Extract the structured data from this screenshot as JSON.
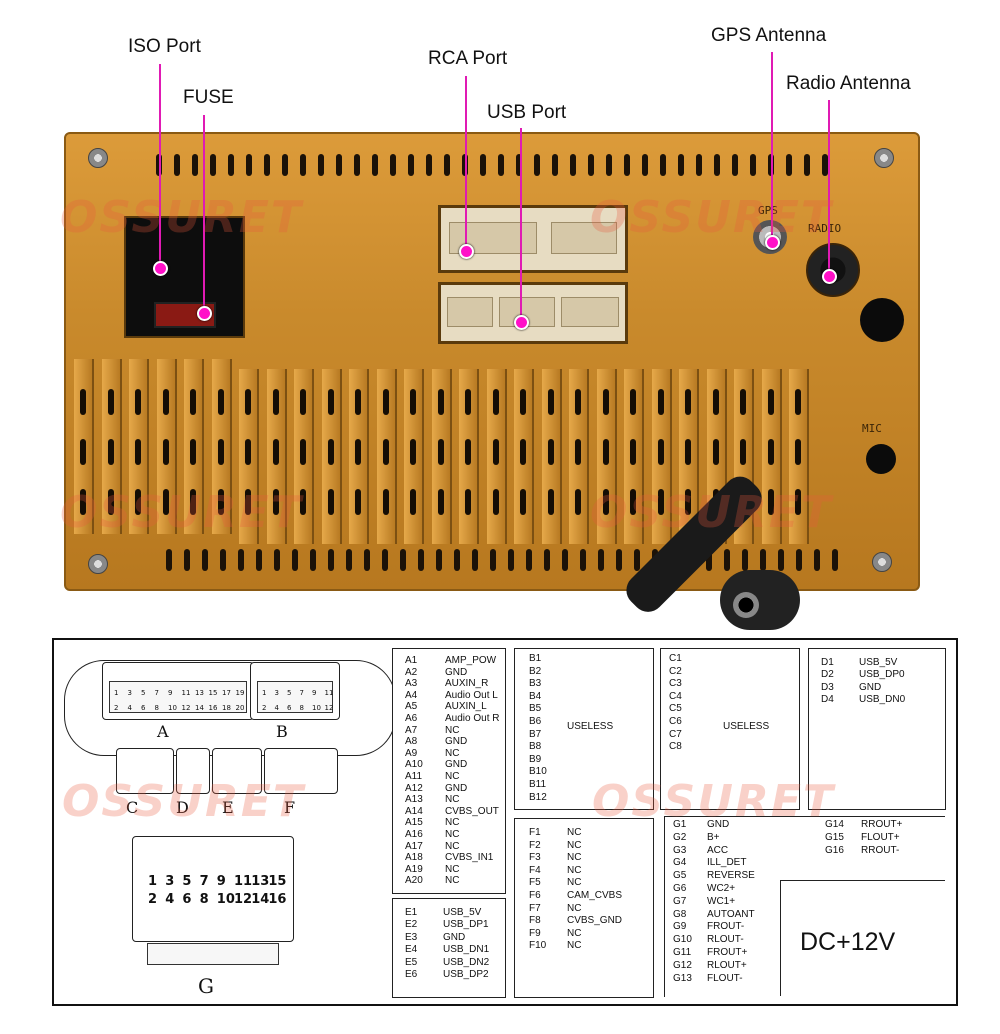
{
  "callouts": {
    "iso": "ISO Port",
    "fuse": "FUSE",
    "rca": "RCA Port",
    "usb": "USB Port",
    "gps": "GPS Antenna",
    "radio": "Radio Antenna"
  },
  "panel_labels": {
    "gps": "GPS",
    "radio": "RADIO",
    "mic": "MIC"
  },
  "watermark": "OSSURET",
  "tables": {
    "A": [
      [
        "A1",
        "AMP_POW"
      ],
      [
        "A2",
        "GND"
      ],
      [
        "A3",
        "AUXIN_R"
      ],
      [
        "A4",
        "Audio Out L"
      ],
      [
        "A5",
        "AUXIN_L"
      ],
      [
        "A6",
        "Audio Out R"
      ],
      [
        "A7",
        "NC"
      ],
      [
        "A8",
        "GND"
      ],
      [
        "A9",
        "NC"
      ],
      [
        "A10",
        "GND"
      ],
      [
        "A11",
        "NC"
      ],
      [
        "A12",
        "GND"
      ],
      [
        "A13",
        "NC"
      ],
      [
        "A14",
        "CVBS_OUT"
      ],
      [
        "A15",
        "NC"
      ],
      [
        "A16",
        "NC"
      ],
      [
        "A17",
        "NC"
      ],
      [
        "A18",
        "CVBS_IN1"
      ],
      [
        "A19",
        "NC"
      ],
      [
        "A20",
        "NC"
      ]
    ],
    "B": [
      "B1",
      "B2",
      "B3",
      "B4",
      "B5",
      "B6",
      "B7",
      "B8",
      "B9",
      "B10",
      "B11",
      "B12"
    ],
    "B_note": "USELESS",
    "C": [
      "C1",
      "C2",
      "C3",
      "C4",
      "C5",
      "C6",
      "C7",
      "C8"
    ],
    "C_note": "USELESS",
    "D": [
      [
        "D1",
        "USB_5V"
      ],
      [
        "D2",
        "USB_DP0"
      ],
      [
        "D3",
        "GND"
      ],
      [
        "D4",
        "USB_DN0"
      ]
    ],
    "E": [
      [
        "E1",
        "USB_5V"
      ],
      [
        "E2",
        "USB_DP1"
      ],
      [
        "E3",
        "GND"
      ],
      [
        "E4",
        "USB_DN1"
      ],
      [
        "E5",
        "USB_DN2"
      ],
      [
        "E6",
        "USB_DP2"
      ]
    ],
    "F": [
      [
        "F1",
        "NC"
      ],
      [
        "F2",
        "NC"
      ],
      [
        "F3",
        "NC"
      ],
      [
        "F4",
        "NC"
      ],
      [
        "F5",
        "NC"
      ],
      [
        "F6",
        "CAM_CVBS"
      ],
      [
        "F7",
        "NC"
      ],
      [
        "F8",
        "CVBS_GND"
      ],
      [
        "F9",
        "NC"
      ],
      [
        "F10",
        "NC"
      ]
    ],
    "G": [
      [
        "G1",
        "GND"
      ],
      [
        "G2",
        "B+"
      ],
      [
        "G3",
        "ACC"
      ],
      [
        "G4",
        "ILL_DET"
      ],
      [
        "G5",
        "REVERSE"
      ],
      [
        "G6",
        "WC2+"
      ],
      [
        "G7",
        "WC1+"
      ],
      [
        "G8",
        "AUTOANT"
      ],
      [
        "G9",
        "FROUT-"
      ],
      [
        "G10",
        "RLOUT-"
      ],
      [
        "G11",
        "FROUT+"
      ],
      [
        "G12",
        "RLOUT+"
      ],
      [
        "G13",
        "FLOUT-"
      ]
    ],
    "G_right": [
      [
        "G14",
        "RROUT+"
      ],
      [
        "G15",
        "FLOUT+"
      ],
      [
        "G16",
        "RROUT-"
      ]
    ]
  },
  "dc_label": "DC+12V",
  "connector_letters": [
    "A",
    "B",
    "C",
    "D",
    "E",
    "F",
    "G"
  ],
  "connector_A_pins_top": [
    "1",
    "3",
    "5",
    "7",
    "9",
    "11",
    "13",
    "15",
    "17",
    "19"
  ],
  "connector_A_pins_bottom": [
    "2",
    "4",
    "6",
    "8",
    "10",
    "12",
    "14",
    "16",
    "18",
    "20"
  ],
  "connector_B_pins_top": [
    "1",
    "3",
    "5",
    "7",
    "9",
    "11"
  ],
  "connector_B_pins_bottom": [
    "2",
    "4",
    "6",
    "8",
    "10",
    "12"
  ],
  "connector_G_pins_top": [
    "1",
    "3",
    "5",
    "7",
    "9",
    "11",
    "13",
    "15"
  ],
  "connector_G_pins_bottom": [
    "2",
    "4",
    "6",
    "8",
    "10",
    "12",
    "14",
    "16"
  ],
  "colors": {
    "leader": "#e01ab4",
    "panel": "#d4953a",
    "watermark": "#eb5a3c"
  }
}
